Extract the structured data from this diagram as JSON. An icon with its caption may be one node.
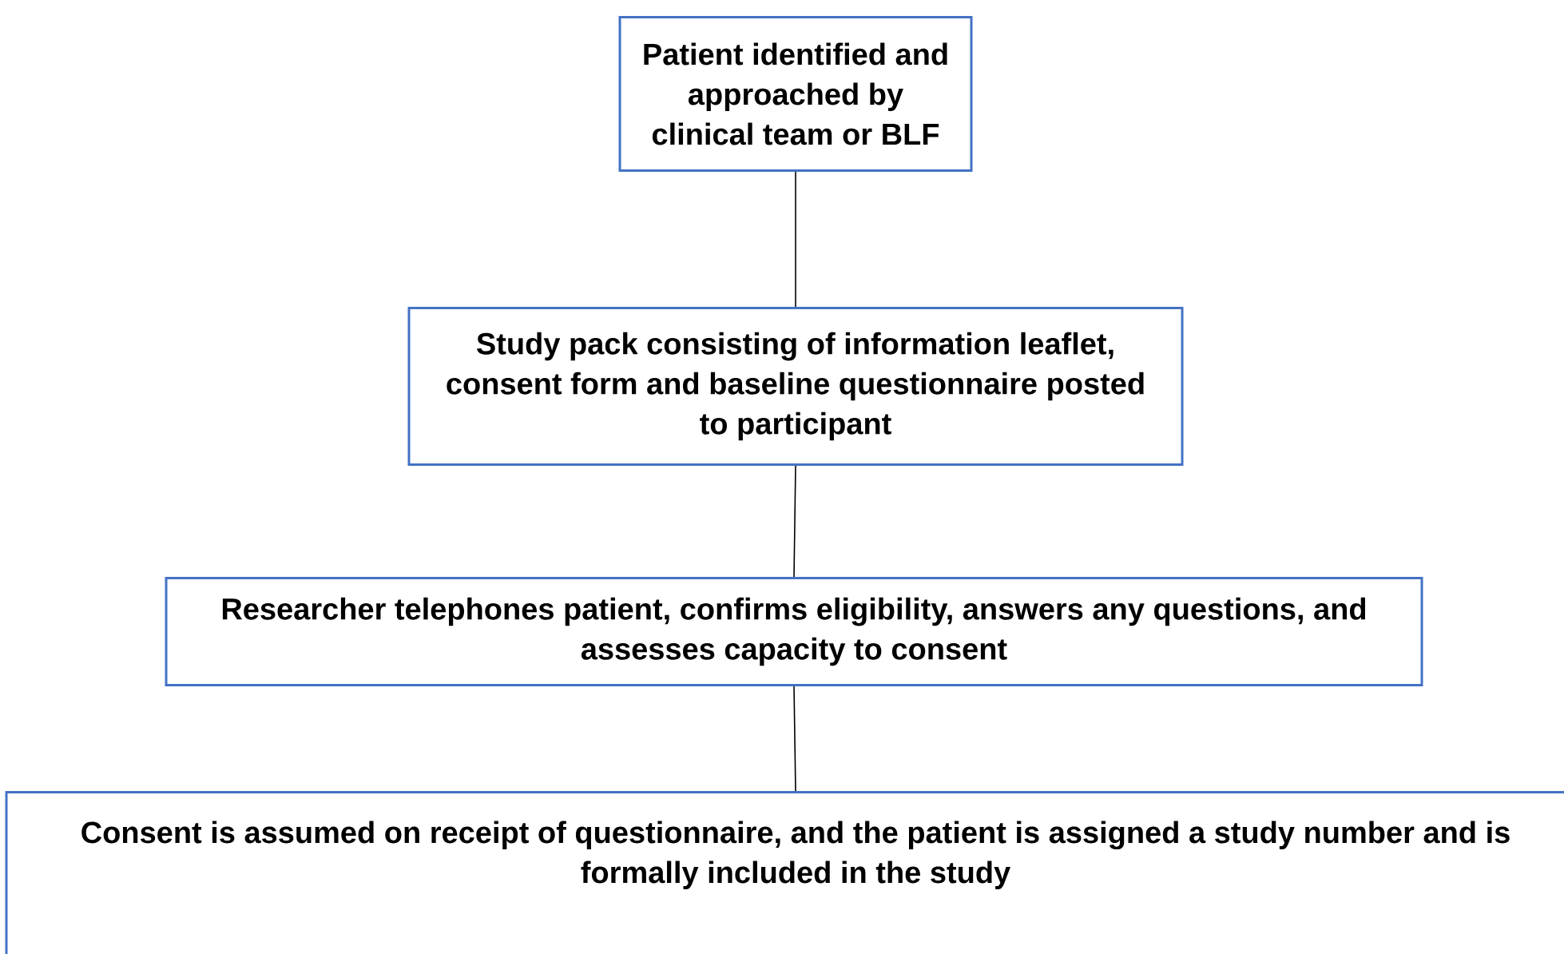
{
  "diagram": {
    "nodes": [
      {
        "text": [
          "Patient identified and approached by clinical team or BLF"
        ]
      },
      {
        "text": [
          "Study pack consisting of information leaflet, consent form and baseline questionnaire posted to participant"
        ]
      },
      {
        "text": [
          "Researcher telephones patient, confirms eligibility, answers any questions, and assesses capacity to consent"
        ]
      },
      {
        "text": [
          "Consent is assumed on receipt of questionnaire, and the patient is assigned a study number and is formally included in the study"
        ]
      }
    ],
    "edges": [
      {
        "from": 0,
        "to": 1,
        "arrow": "none"
      },
      {
        "from": 1,
        "to": 2,
        "arrow": "none"
      },
      {
        "from": 2,
        "to": 3,
        "arrow": "none"
      }
    ]
  }
}
